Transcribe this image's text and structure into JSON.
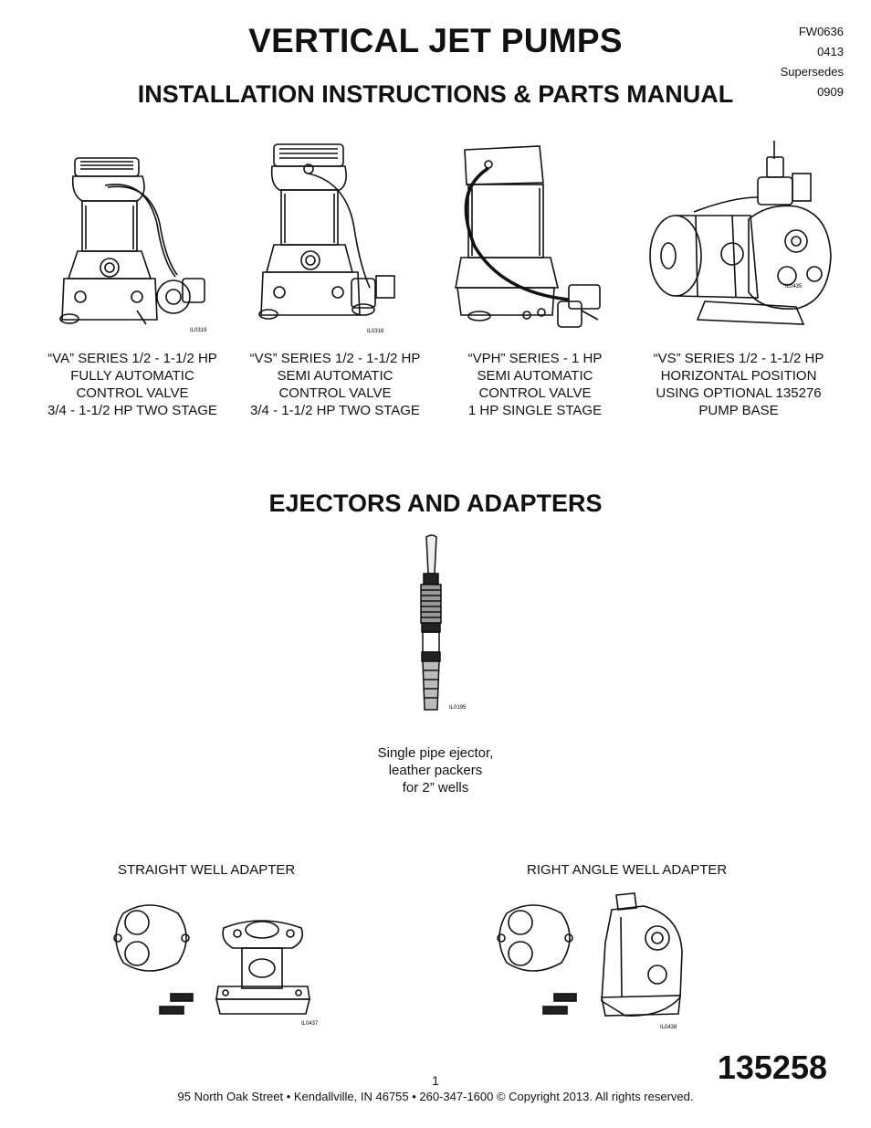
{
  "header": {
    "title": "VERTICAL JET PUMPS",
    "subtitle": "INSTALLATION INSTRUCTIONS & PARTS MANUAL",
    "form_number": "FW0636",
    "date_code": "0413",
    "supersedes_label": "Supersedes",
    "supersedes_code": "0909"
  },
  "pumps": [
    {
      "il_code": "IL0319",
      "lines": [
        "“VA” SERIES 1/2 - 1-1/2 HP",
        "FULLY AUTOMATIC",
        "CONTROL VALVE",
        "3/4 - 1-1/2 HP TWO STAGE"
      ]
    },
    {
      "il_code": "IL0316",
      "lines": [
        "“VS” SERIES 1/2 - 1-1/2 HP",
        "SEMI AUTOMATIC",
        "CONTROL VALVE",
        "3/4 - 1-1/2 HP TWO STAGE"
      ]
    },
    {
      "il_code": "",
      "lines": [
        "“VPH” SERIES - 1 HP",
        "SEMI AUTOMATIC",
        "CONTROL VALVE",
        "1 HP SINGLE STAGE"
      ]
    },
    {
      "il_code": "IL0435",
      "lines": [
        "“VS” SERIES 1/2 - 1-1/2 HP",
        "HORIZONTAL POSITION",
        "USING OPTIONAL 135276",
        "PUMP BASE"
      ]
    }
  ],
  "ejectors": {
    "heading": "EJECTORS AND ADAPTERS",
    "il_code": "IL0195",
    "caption_lines": [
      "Single pipe ejector,",
      "leather packers",
      "for 2” wells"
    ]
  },
  "adapters": {
    "straight_label": "STRAIGHT WELL ADAPTER",
    "straight_il_code": "IL0437",
    "right_angle_label": "RIGHT ANGLE WELL ADAPTER",
    "right_angle_il_code": "IL0438"
  },
  "footer": {
    "part_number": "135258",
    "page_number": "1",
    "address": "95 North Oak Street • Kendallville, IN 46755 • 260-347-1600 © Copyright 2013. All rights reserved."
  }
}
